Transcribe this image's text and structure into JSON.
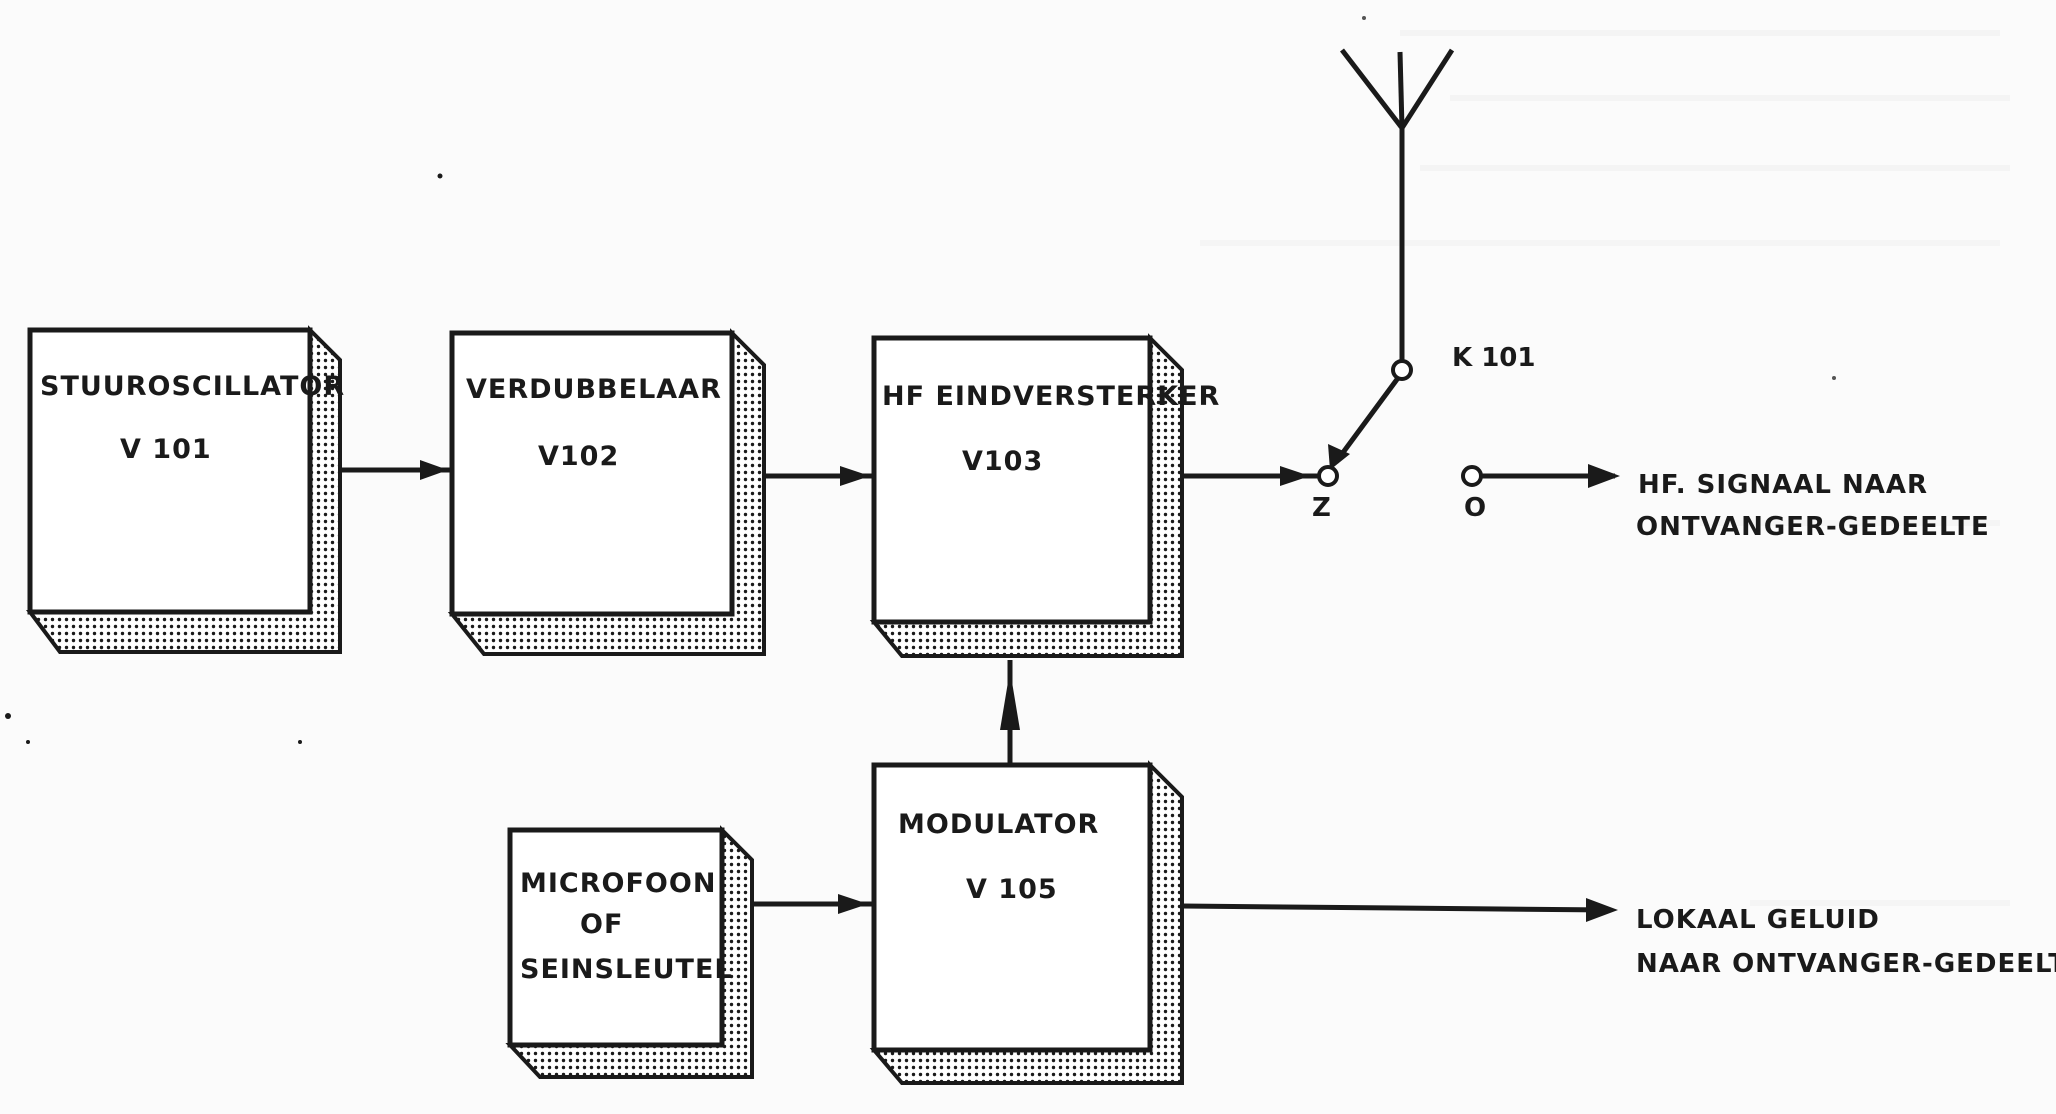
{
  "blocks": {
    "stuuroscillator": {
      "name": "STUUROSCILLATOR",
      "code": "V 101"
    },
    "verdubbelaar": {
      "name": "VERDUBBELAAR",
      "code": "V102"
    },
    "eindversterker": {
      "name": "HF EINDVERSTERKER",
      "code": "V103"
    },
    "modulator": {
      "name": "MODULATOR",
      "code": "V 105"
    },
    "microfoon": {
      "line1": "MICROFOON",
      "line2": "OF",
      "line3": "SEINSLEUTEL"
    }
  },
  "switch": {
    "label": "K 101",
    "terminal_z": "Z",
    "terminal_o": "O"
  },
  "outputs": {
    "hf_signal": {
      "line1": "HF. SIGNAAL NAAR",
      "line2": "ONTVANGER-GEDEELTE"
    },
    "lokaal_geluid": {
      "line1": "LOKAAL GELUID",
      "line2": "NAAR ONTVANGER-GEDEELTE"
    }
  },
  "colors": {
    "ink": "#1a1a1a",
    "paper": "#fbfbfb"
  }
}
